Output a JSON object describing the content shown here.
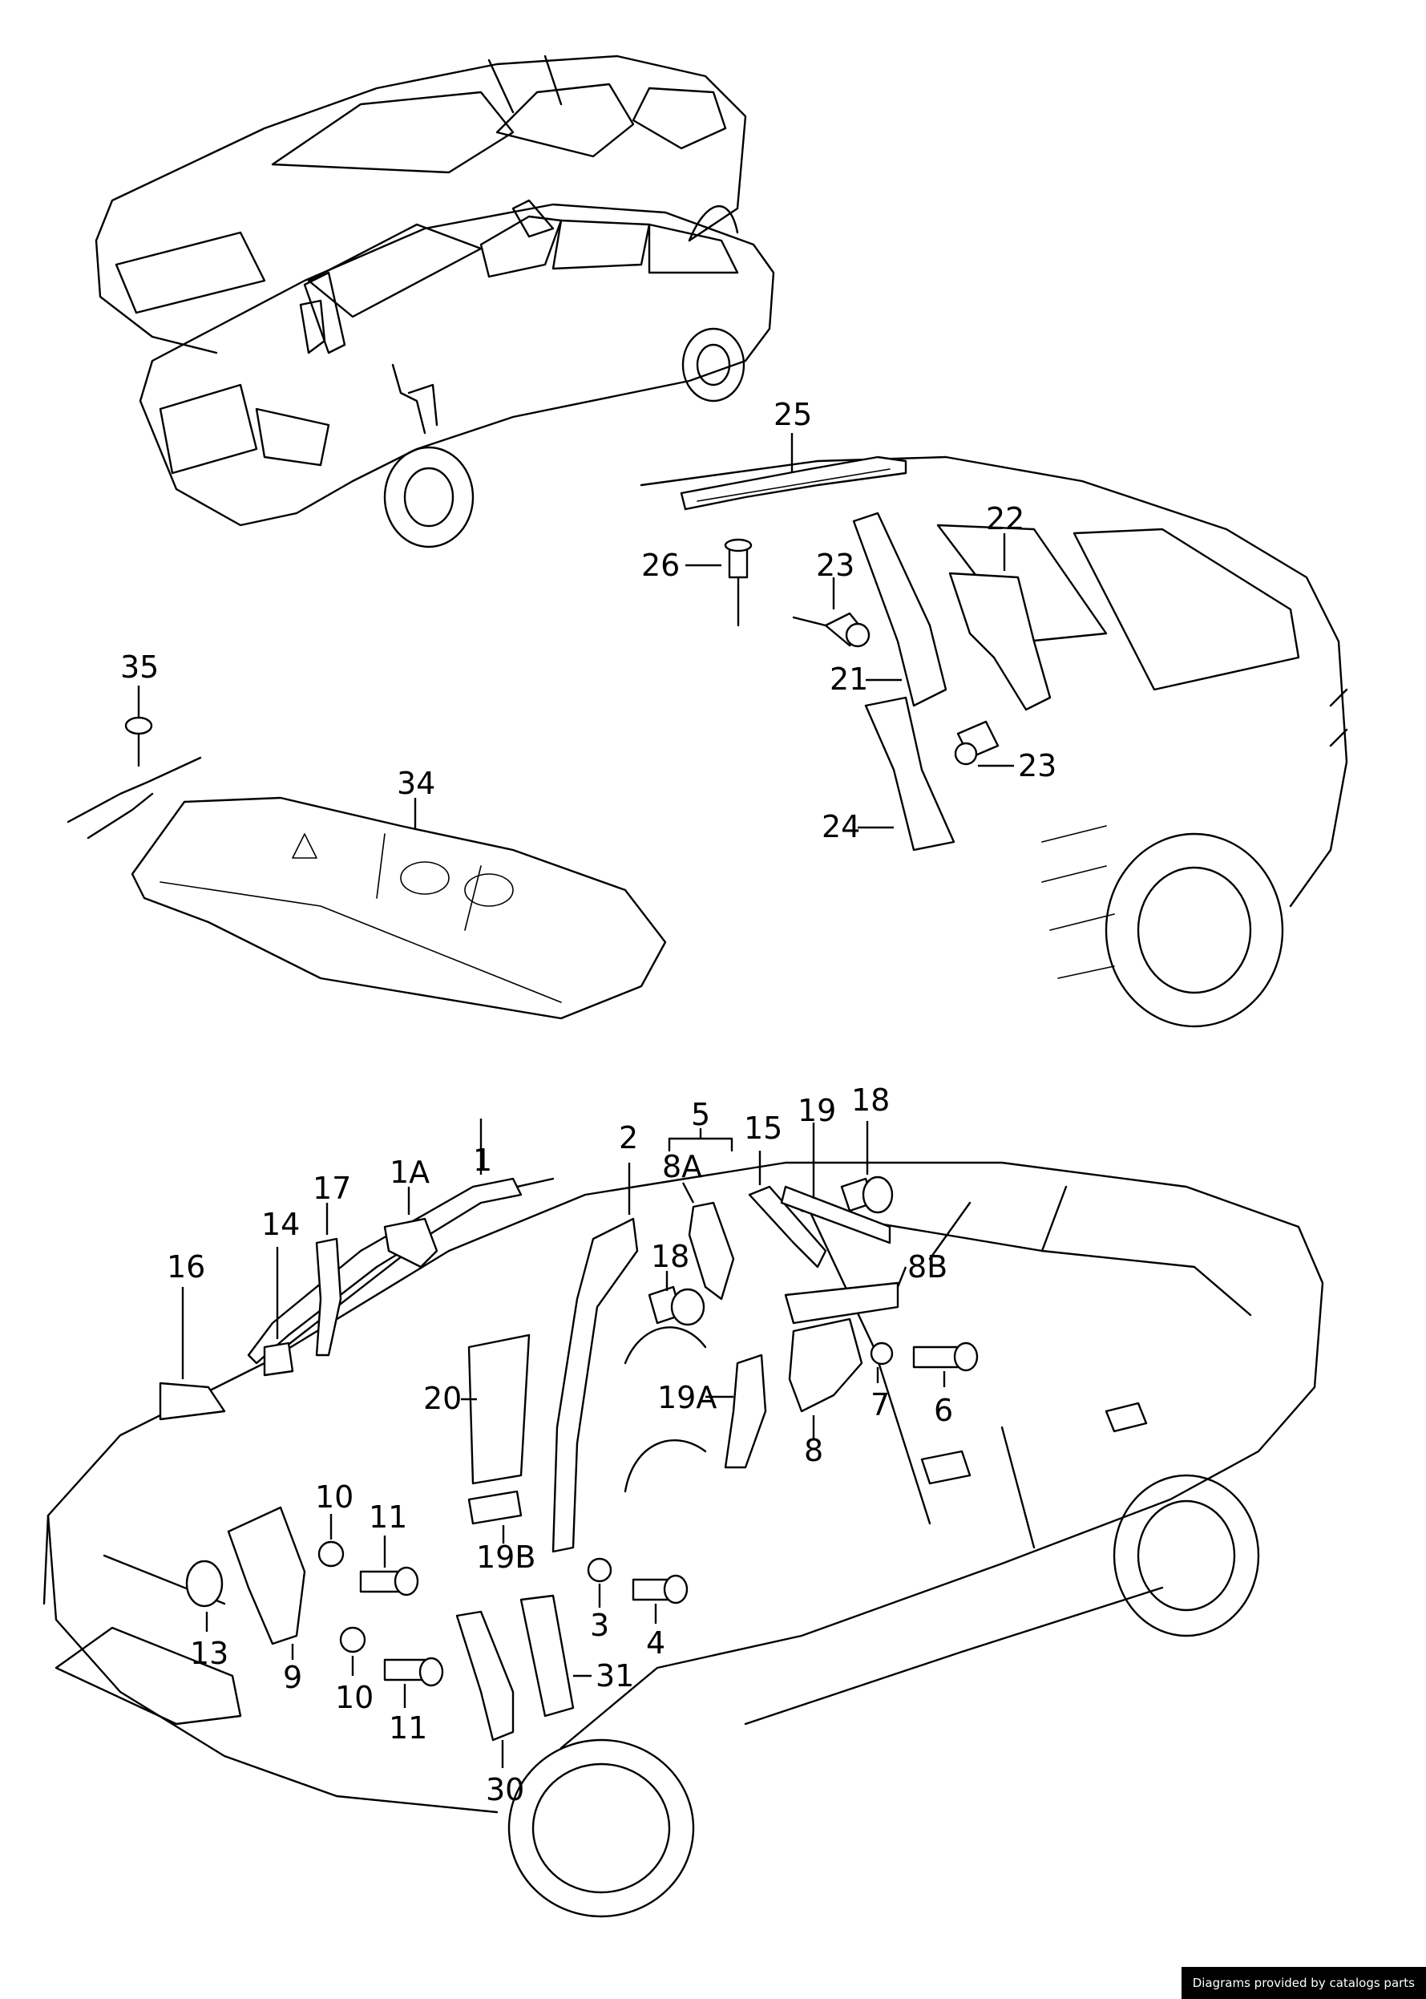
{
  "credit": "Diagrams provided by catalogs parts",
  "callouts": [
    {
      "id": "c25",
      "text": "25"
    },
    {
      "id": "c26",
      "text": "26"
    },
    {
      "id": "c23a",
      "text": "23"
    },
    {
      "id": "c22",
      "text": "22"
    },
    {
      "id": "c21",
      "text": "21"
    },
    {
      "id": "c23b",
      "text": "23"
    },
    {
      "id": "c24",
      "text": "24"
    },
    {
      "id": "c35",
      "text": "35"
    },
    {
      "id": "c34",
      "text": "34"
    },
    {
      "id": "c5",
      "text": "5"
    },
    {
      "id": "c2",
      "text": "2"
    },
    {
      "id": "c15",
      "text": "15"
    },
    {
      "id": "c19",
      "text": "19"
    },
    {
      "id": "c18a",
      "text": "18"
    },
    {
      "id": "c8A",
      "text": "8A"
    },
    {
      "id": "c1A",
      "text": "1A"
    },
    {
      "id": "c1",
      "text": "1"
    },
    {
      "id": "c17",
      "text": "17"
    },
    {
      "id": "c14",
      "text": "14"
    },
    {
      "id": "c16",
      "text": "16"
    },
    {
      "id": "c18b",
      "text": "18"
    },
    {
      "id": "c8B",
      "text": "8B"
    },
    {
      "id": "c20",
      "text": "20"
    },
    {
      "id": "c19A",
      "text": "19A"
    },
    {
      "id": "c7",
      "text": "7"
    },
    {
      "id": "c6",
      "text": "6"
    },
    {
      "id": "c8",
      "text": "8"
    },
    {
      "id": "c10a",
      "text": "10"
    },
    {
      "id": "c11a",
      "text": "11"
    },
    {
      "id": "c19B",
      "text": "19B"
    },
    {
      "id": "c13",
      "text": "13"
    },
    {
      "id": "c9",
      "text": "9"
    },
    {
      "id": "c10b",
      "text": "10"
    },
    {
      "id": "c11b",
      "text": "11"
    },
    {
      "id": "c3",
      "text": "3"
    },
    {
      "id": "c4",
      "text": "4"
    },
    {
      "id": "c31",
      "text": "31"
    },
    {
      "id": "c30",
      "text": "30"
    }
  ]
}
